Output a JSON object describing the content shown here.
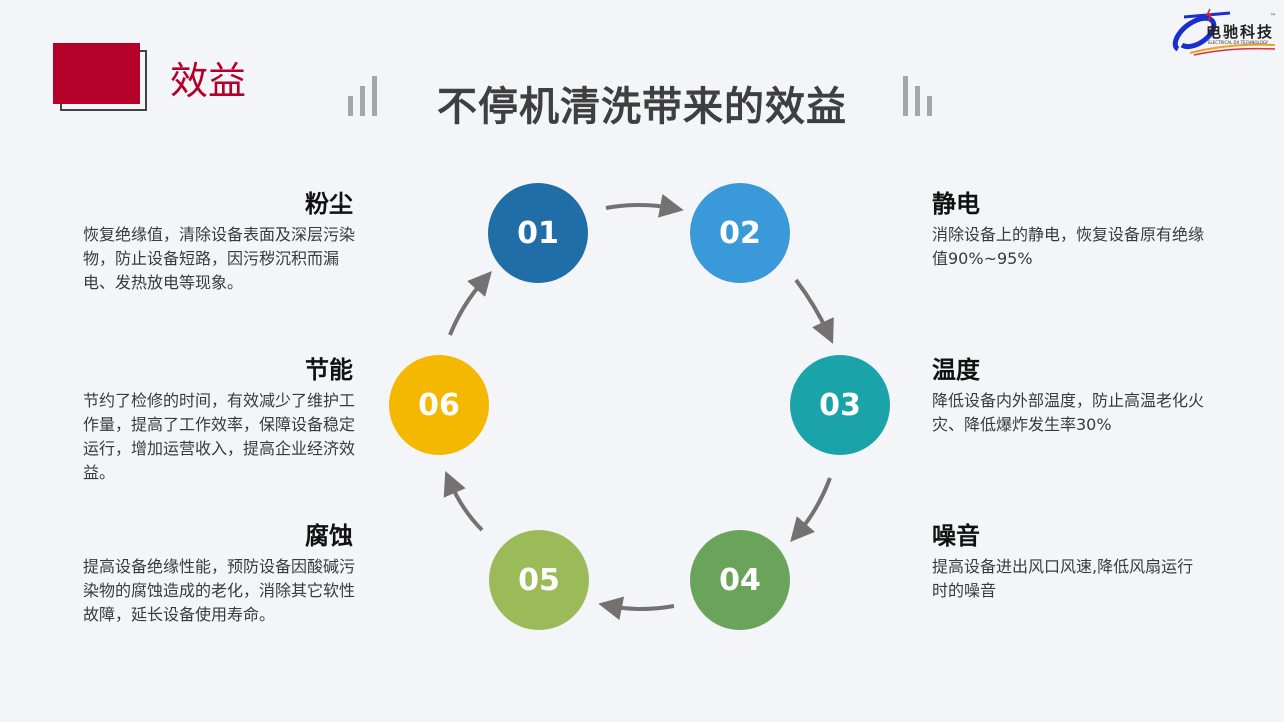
{
  "section_title": "效益",
  "title": "不停机清洗带来的效益",
  "logo": {
    "text": "电驰科技",
    "subtitle": "ELECTRICAL DX TECHNOLOGY",
    "tm": "™"
  },
  "steps": [
    {
      "num": "01",
      "color": "#1f6ea8",
      "head": "粉尘",
      "body": "恢复绝缘值，清除设备表面及深层污染物，防止设备短路，因污秽沉积而漏电、发热放电等现象。"
    },
    {
      "num": "02",
      "color": "#3a9ad9",
      "head": "静电",
      "body": "消除设备上的静电，恢复设备原有绝缘值90%~95%"
    },
    {
      "num": "03",
      "color": "#1aa3a8",
      "head": "温度",
      "body": "降低设备内外部温度，防止高温老化火灾、降低爆炸发生率30%"
    },
    {
      "num": "04",
      "color": "#6aa35a",
      "head": "噪音",
      "body": "提高设备进出风口风速,降低风扇运行时的噪音"
    },
    {
      "num": "05",
      "color": "#9bbb59",
      "head": "腐蚀",
      "body": "提高设备绝缘性能，预防设备因酸碱污染物的腐蚀造成的老化，消除其它软性故障，延长设备使用寿命。"
    },
    {
      "num": "06",
      "color": "#f5b800",
      "head": "节能",
      "body": "节约了检修的时间，有效减少了维护工作量，提高了工作效率，保障设备稳定运行，增加运营收入，提高企业经济效益。"
    }
  ]
}
